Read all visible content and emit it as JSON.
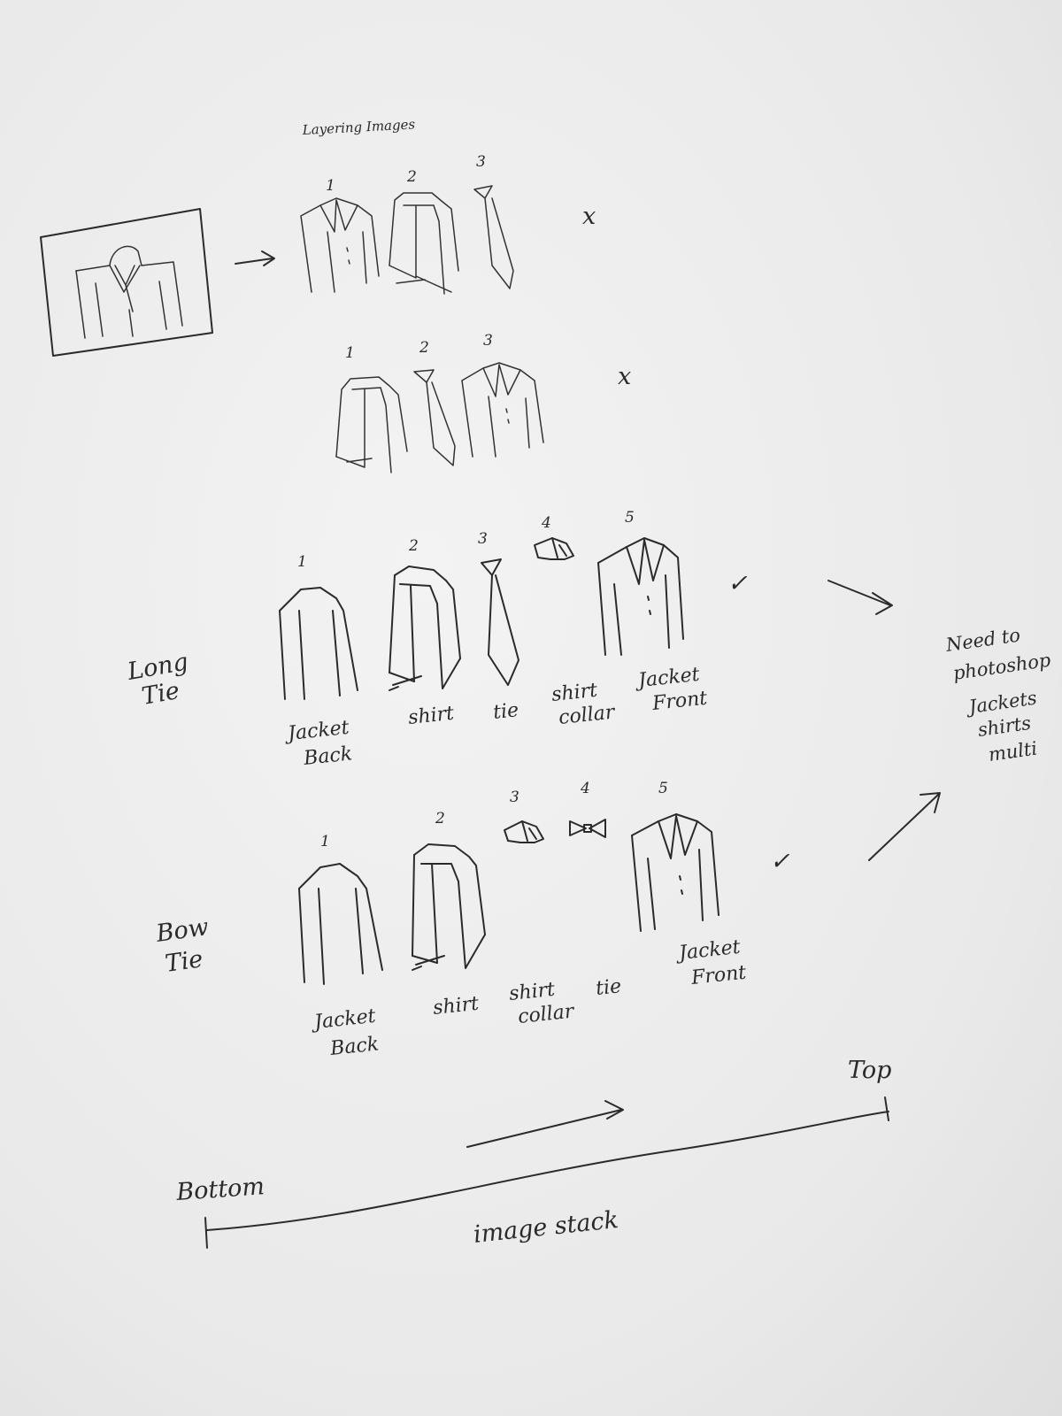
{
  "title": "Layering Images",
  "reject_mark": "x",
  "accept_mark": "✓",
  "row1": {
    "numbers": [
      "1",
      "2",
      "3"
    ]
  },
  "row2": {
    "numbers": [
      "1",
      "2",
      "3"
    ]
  },
  "long_tie": {
    "side_label": [
      "Long",
      "Tie"
    ],
    "numbers": [
      "1",
      "2",
      "3",
      "4",
      "5"
    ],
    "labels": [
      [
        "Jacket",
        "Back"
      ],
      [
        "shirt"
      ],
      [
        "tie"
      ],
      [
        "shirt",
        "collar"
      ],
      [
        "Jacket",
        "Front"
      ]
    ]
  },
  "bow_tie": {
    "side_label": [
      "Bow",
      "Tie"
    ],
    "numbers": [
      "1",
      "2",
      "3",
      "4",
      "5"
    ],
    "labels": [
      [
        "Jacket",
        "Back"
      ],
      [
        "shirt"
      ],
      [
        "shirt",
        "collar"
      ],
      [
        "tie"
      ],
      [
        "Jacket",
        "Front"
      ]
    ]
  },
  "note": [
    "Need to",
    "photoshop",
    "Jackets",
    "shirts",
    "multi"
  ],
  "stack": {
    "bottom": "Bottom",
    "top": "Top",
    "caption": "image stack"
  }
}
